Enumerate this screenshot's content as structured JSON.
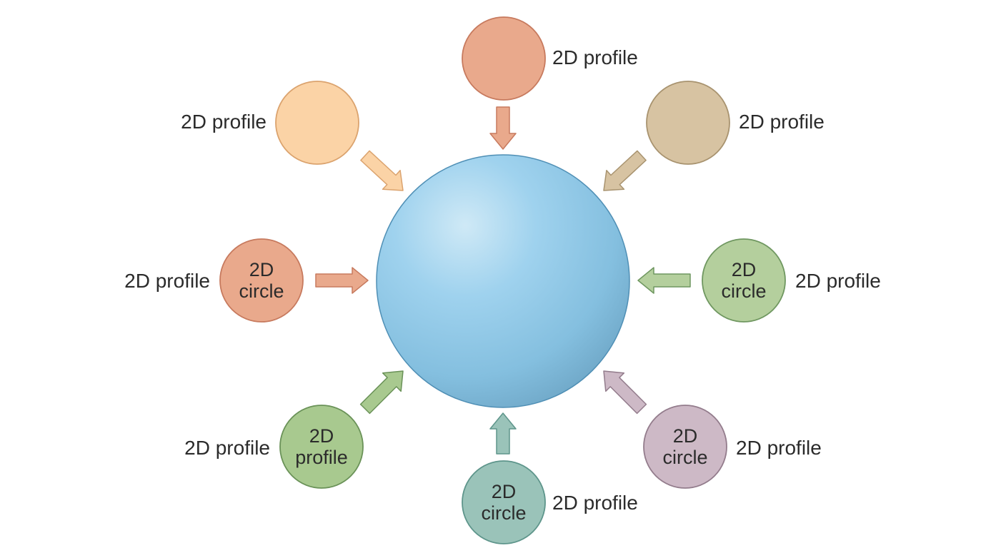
{
  "diagram": {
    "center": {
      "name": "sphere",
      "fill": "#8ec8e8",
      "stroke": "#4f8fb5"
    },
    "nodes": [
      {
        "id": "top",
        "fill": "#e9a98c",
        "stroke": "#c77a5e",
        "inner": [],
        "label": "2D profile"
      },
      {
        "id": "top-left",
        "fill": "#fbd3a6",
        "stroke": "#dba36e",
        "inner": [],
        "label": "2D profile"
      },
      {
        "id": "top-right",
        "fill": "#d7c3a2",
        "stroke": "#a8936f",
        "inner": [],
        "label": "2D profile"
      },
      {
        "id": "left",
        "fill": "#e9a98c",
        "stroke": "#c77a5e",
        "inner": [
          "2D",
          "circle"
        ],
        "label": "2D profile"
      },
      {
        "id": "right",
        "fill": "#b4cf9d",
        "stroke": "#6f9760",
        "inner": [
          "2D",
          "circle"
        ],
        "label": "2D profile"
      },
      {
        "id": "bottom-left",
        "fill": "#a8c98f",
        "stroke": "#6a9258",
        "inner": [
          "2D",
          "profile"
        ],
        "label": "2D profile"
      },
      {
        "id": "bottom",
        "fill": "#9ac3b9",
        "stroke": "#5e958b",
        "inner": [
          "2D",
          "circle"
        ],
        "label": "2D profile"
      },
      {
        "id": "bottom-right",
        "fill": "#cdb9c6",
        "stroke": "#937c8c",
        "inner": [
          "2D",
          "circle"
        ],
        "label": "2D profile"
      }
    ],
    "arrows": [
      {
        "id": "top",
        "fill": "#e9a98c",
        "stroke": "#c77a5e"
      },
      {
        "id": "top-left",
        "fill": "#fbd3a6",
        "stroke": "#dba36e"
      },
      {
        "id": "top-right",
        "fill": "#d7c3a2",
        "stroke": "#a8936f"
      },
      {
        "id": "left",
        "fill": "#e9a98c",
        "stroke": "#c77a5e"
      },
      {
        "id": "right",
        "fill": "#b4cf9d",
        "stroke": "#6f9760"
      },
      {
        "id": "bottom-left",
        "fill": "#a8c98f",
        "stroke": "#6a9258"
      },
      {
        "id": "bottom",
        "fill": "#9ac3b9",
        "stroke": "#5e958b"
      },
      {
        "id": "bottom-right",
        "fill": "#cdb9c6",
        "stroke": "#937c8c"
      }
    ]
  }
}
